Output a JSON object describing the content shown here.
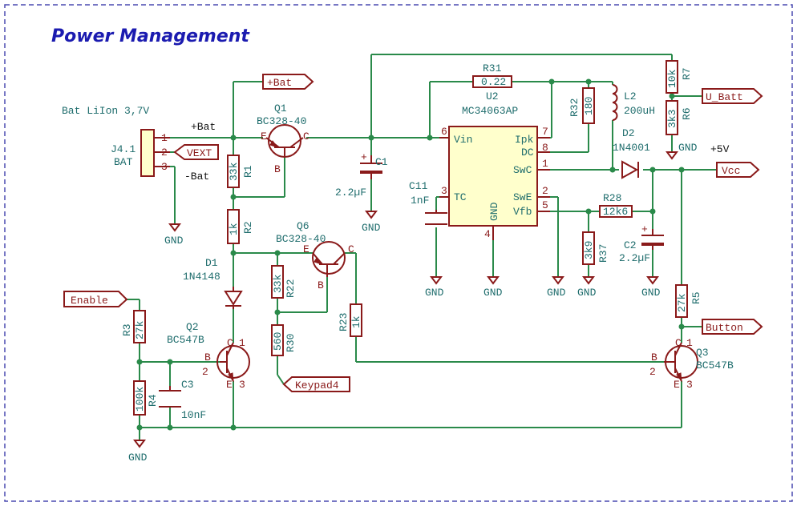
{
  "title": "Power Management",
  "colors": {
    "wire": "#2a8a4a",
    "component": "#8a1a1a",
    "text": "#1f6d6d",
    "title": "#1b1bb0",
    "ic_fill": "#ffffcc",
    "border": "#4a4ab0"
  },
  "connector": {
    "ref": "J4.1",
    "value": "BAT",
    "caption": "Bat LiIon 3,7V",
    "pin1": "1",
    "pin2": "2",
    "pin3": "3",
    "net_pos": "+Bat",
    "net_neg": "-Bat"
  },
  "labels": {
    "bat": "+Bat",
    "vext": "VEXT",
    "u_batt": "U_Batt",
    "vcc": "Vcc",
    "button": "Button",
    "enable": "Enable",
    "keypad": "Keypad4",
    "plus5v": "+5V"
  },
  "gnd": "GND",
  "q1": {
    "ref": "Q1",
    "value": "BC328-40",
    "e": "E",
    "c": "C",
    "b": "B"
  },
  "q6": {
    "ref": "Q6",
    "value": "BC328-40",
    "e": "E",
    "c": "C",
    "b": "B"
  },
  "q2": {
    "ref": "Q2",
    "value": "BC547B",
    "b": "B",
    "c": "C",
    "e": "E",
    "p1": "1",
    "p2": "2",
    "p3": "3"
  },
  "q3": {
    "ref": "Q3",
    "value": "BC547B",
    "b": "B",
    "c": "C",
    "e": "E",
    "p1": "1",
    "p2": "2",
    "p3": "3"
  },
  "u2": {
    "ref": "U2",
    "value": "MC34063AP",
    "vin": "Vin",
    "ipk": "Ipk",
    "dc": "DC",
    "swc": "SwC",
    "tc": "TC",
    "swe": "SwE",
    "vfb": "Vfb",
    "gnd": "GND",
    "p1": "1",
    "p2": "2",
    "p3": "3",
    "p4": "4",
    "p5": "5",
    "p6": "6",
    "p7": "7",
    "p8": "8"
  },
  "r1": {
    "ref": "R1",
    "value": "33k"
  },
  "r2": {
    "ref": "R2",
    "value": "1k"
  },
  "r3": {
    "ref": "R3",
    "value": "27k"
  },
  "r4": {
    "ref": "R4",
    "value": "100k"
  },
  "r5": {
    "ref": "R5",
    "value": "27k"
  },
  "r6": {
    "ref": "R6",
    "value": "3k3"
  },
  "r7": {
    "ref": "R7",
    "value": "10k"
  },
  "r22": {
    "ref": "R22",
    "value": "33k"
  },
  "r23": {
    "ref": "R23",
    "value": "1k"
  },
  "r28": {
    "ref": "R28",
    "value": "12k6"
  },
  "r30": {
    "ref": "R30",
    "value": "560"
  },
  "r31": {
    "ref": "R31",
    "value": "0.22"
  },
  "r32": {
    "ref": "R32",
    "value": "180"
  },
  "r37": {
    "ref": "R37",
    "value": "3k9"
  },
  "c1": {
    "ref": "C1",
    "value": "2.2µF",
    "plus": "+"
  },
  "c2": {
    "ref": "C2",
    "value": "2.2µF",
    "plus": "+"
  },
  "c3": {
    "ref": "C3",
    "value": "10nF"
  },
  "c11": {
    "ref": "C11",
    "value": "1nF"
  },
  "d1": {
    "ref": "D1",
    "value": "1N4148"
  },
  "d2": {
    "ref": "D2",
    "value": "1N4001"
  },
  "l2": {
    "ref": "L2",
    "value": "200uH"
  }
}
